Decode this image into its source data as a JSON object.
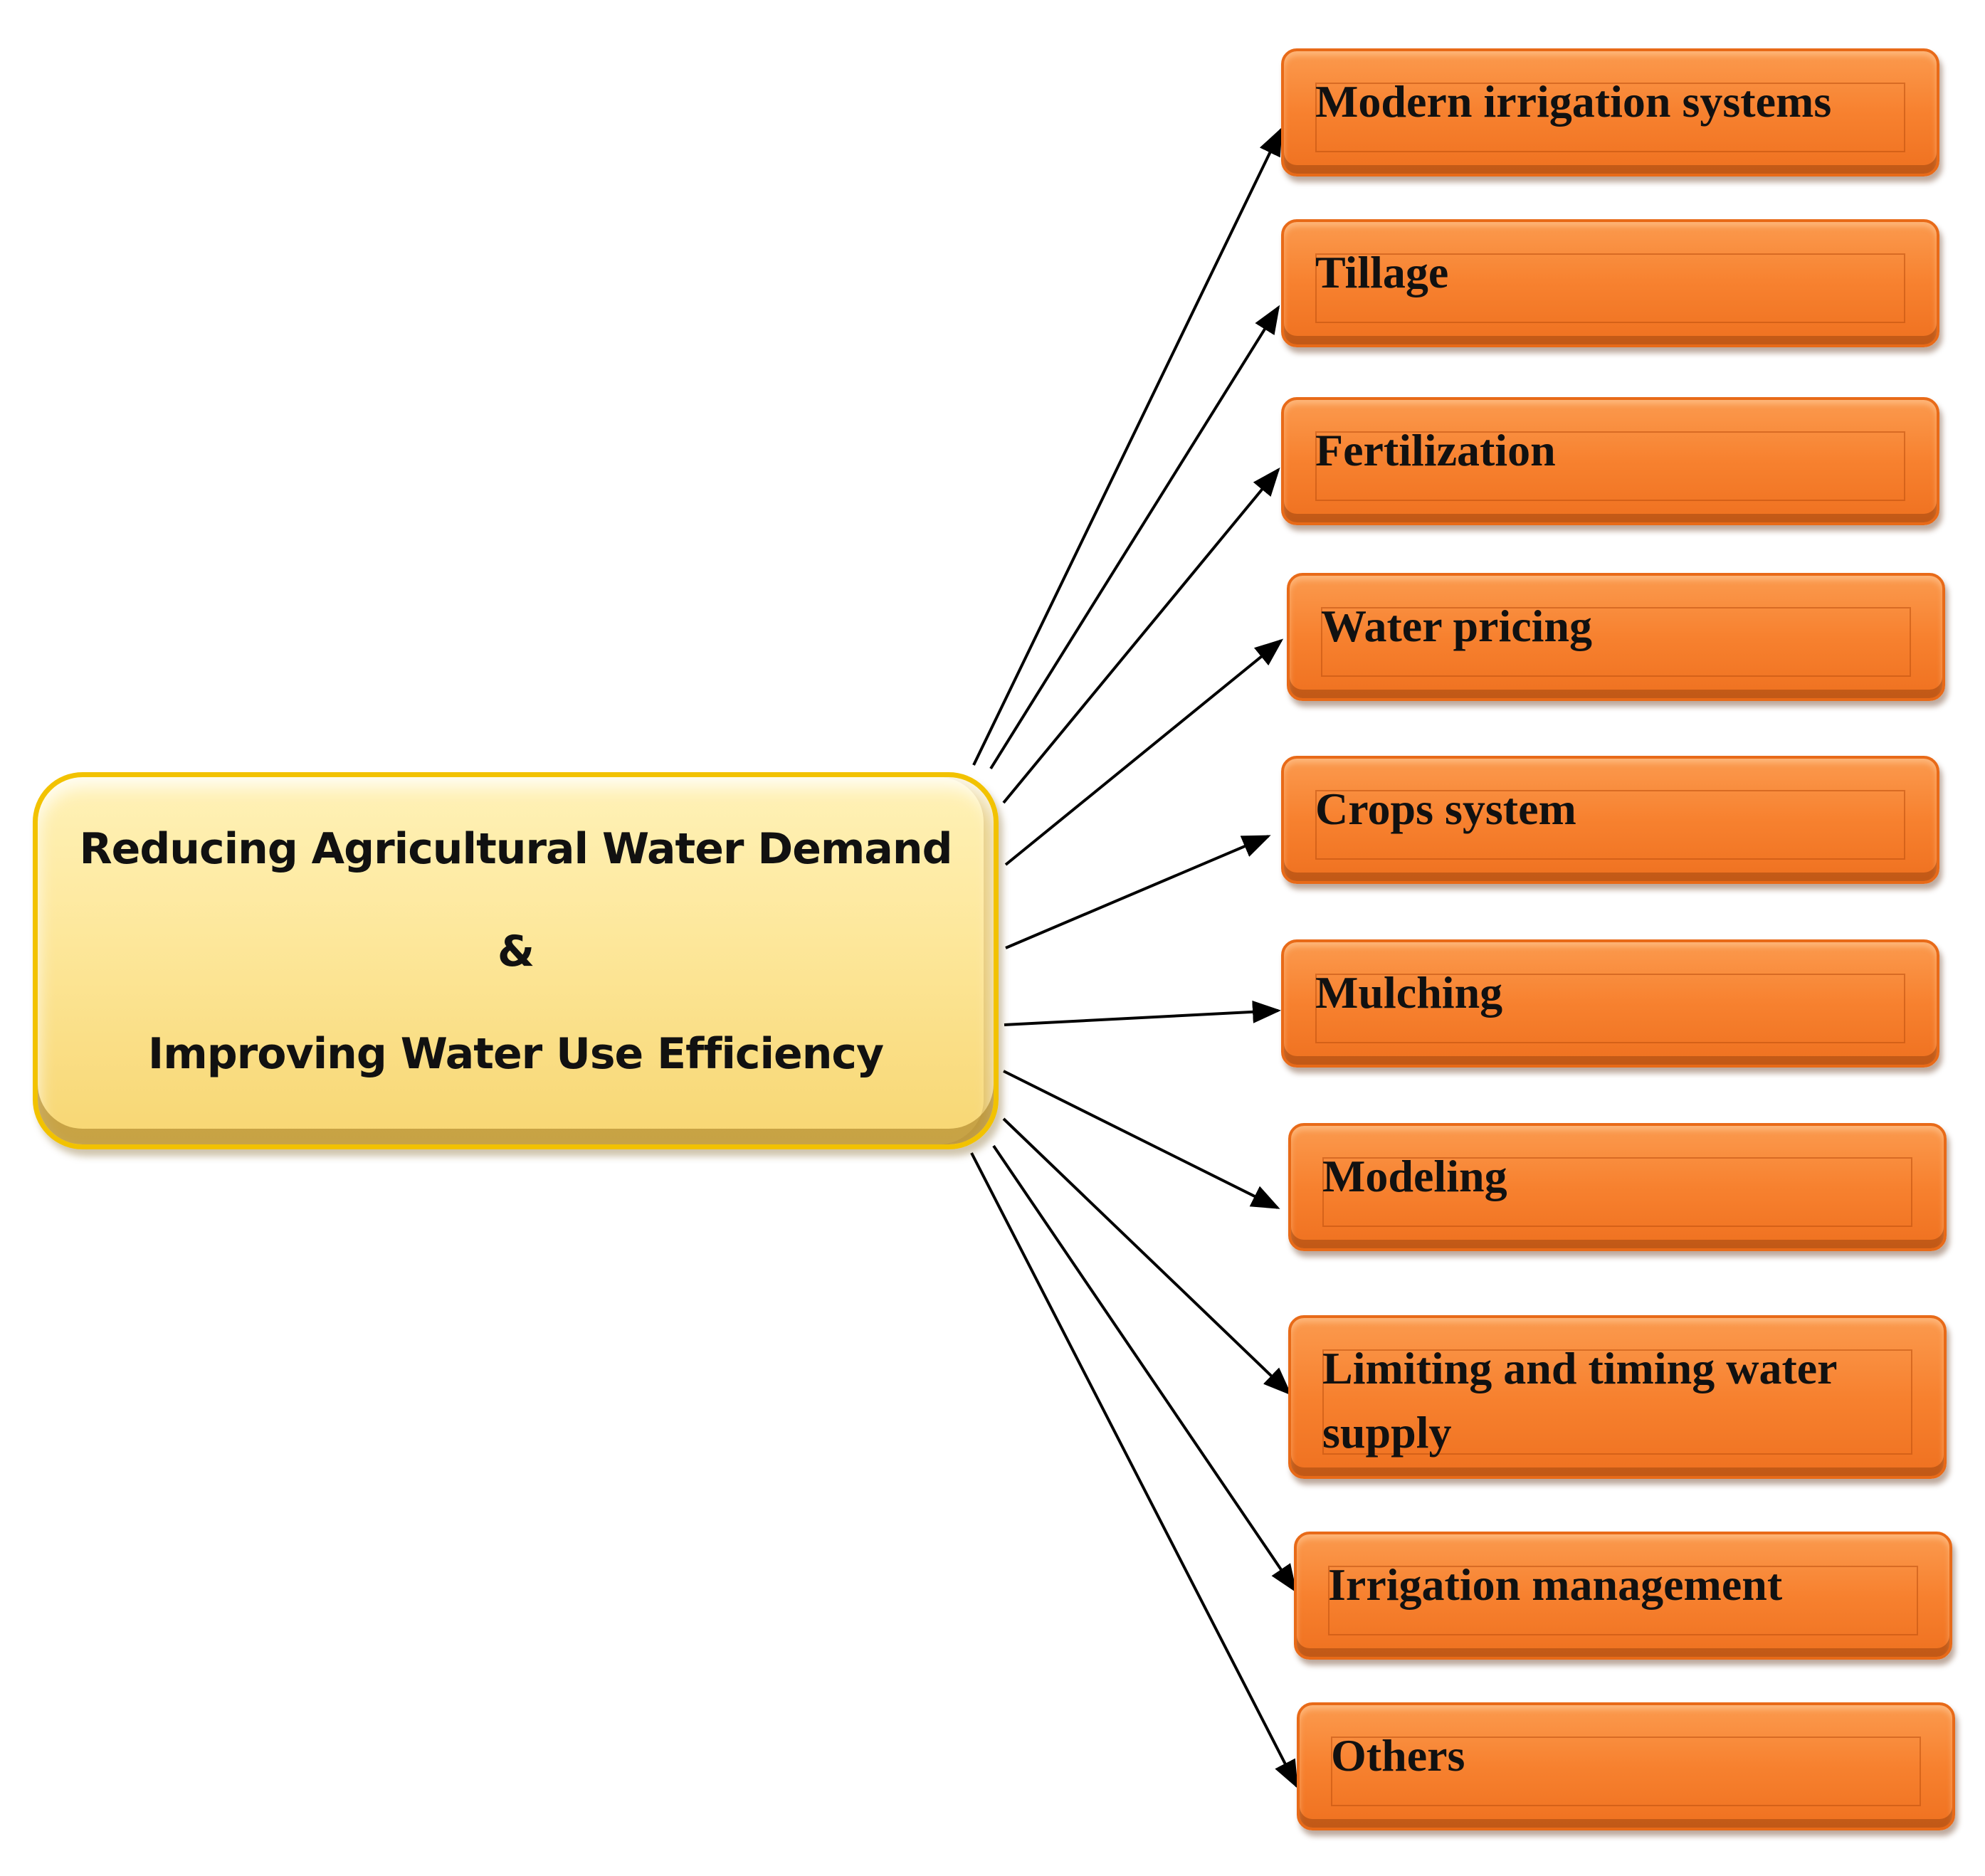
{
  "center": {
    "line1": "Reducing Agricultural Water Demand",
    "line2": "&",
    "line3": "Improving Water Use Efficiency"
  },
  "branches": [
    {
      "label": "Modern irrigation systems"
    },
    {
      "label": "Tillage"
    },
    {
      "label": "Fertilization"
    },
    {
      "label": "Water pricing"
    },
    {
      "label": "Crops system"
    },
    {
      "label": "Mulching"
    },
    {
      "label": "Modeling"
    },
    {
      "label": "Limiting and timing water supply"
    },
    {
      "label": "Irrigation management"
    },
    {
      "label": "Others"
    }
  ],
  "colors": {
    "center_fill": "#fde79a",
    "center_border": "#f2c200",
    "branch_fill": "#f7812f",
    "arrow": "#000000"
  }
}
